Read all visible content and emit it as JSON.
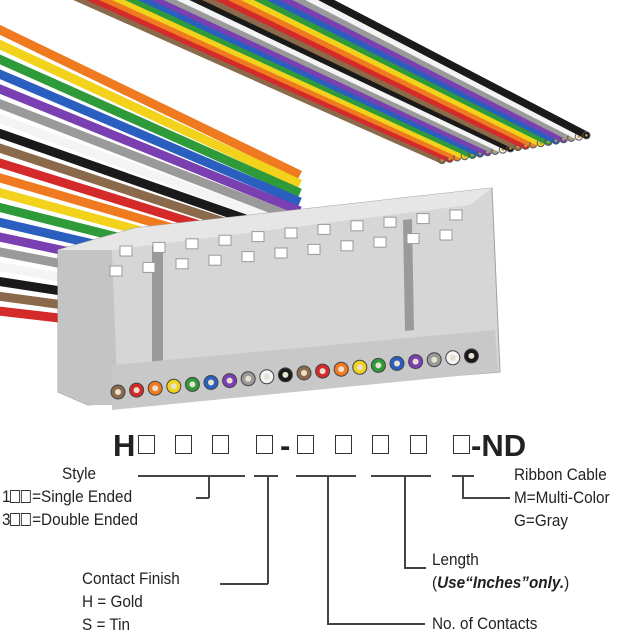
{
  "part_number": {
    "prefix": "H",
    "dash": "-",
    "suffix": "-ND"
  },
  "wire_colors": [
    "#8a6a4a",
    "#d42a2a",
    "#f07a20",
    "#f2d21a",
    "#2f9a3a",
    "#2a5fc0",
    "#7a3fb0",
    "#9a9a9a",
    "#f4f4f4",
    "#1a1a1a"
  ],
  "connector_color": "#d8d8d8",
  "labels": {
    "style": {
      "title": "Style",
      "single_prefix": "1",
      "single": "=Single Ended",
      "double_prefix": "3",
      "double": "=Double Ended"
    },
    "contact_finish": {
      "title": "Contact Finish",
      "gold": "H = Gold",
      "tin": "S = Tin"
    },
    "contacts": {
      "title": "No. of Contacts"
    },
    "length": {
      "title": "Length",
      "note_open": "(",
      "note_bold": "Use“Inches”only.",
      "note_close": ")"
    },
    "ribbon": {
      "title": "Ribbon Cable",
      "multi": "M=Multi-Color",
      "gray": "G=Gray"
    }
  }
}
